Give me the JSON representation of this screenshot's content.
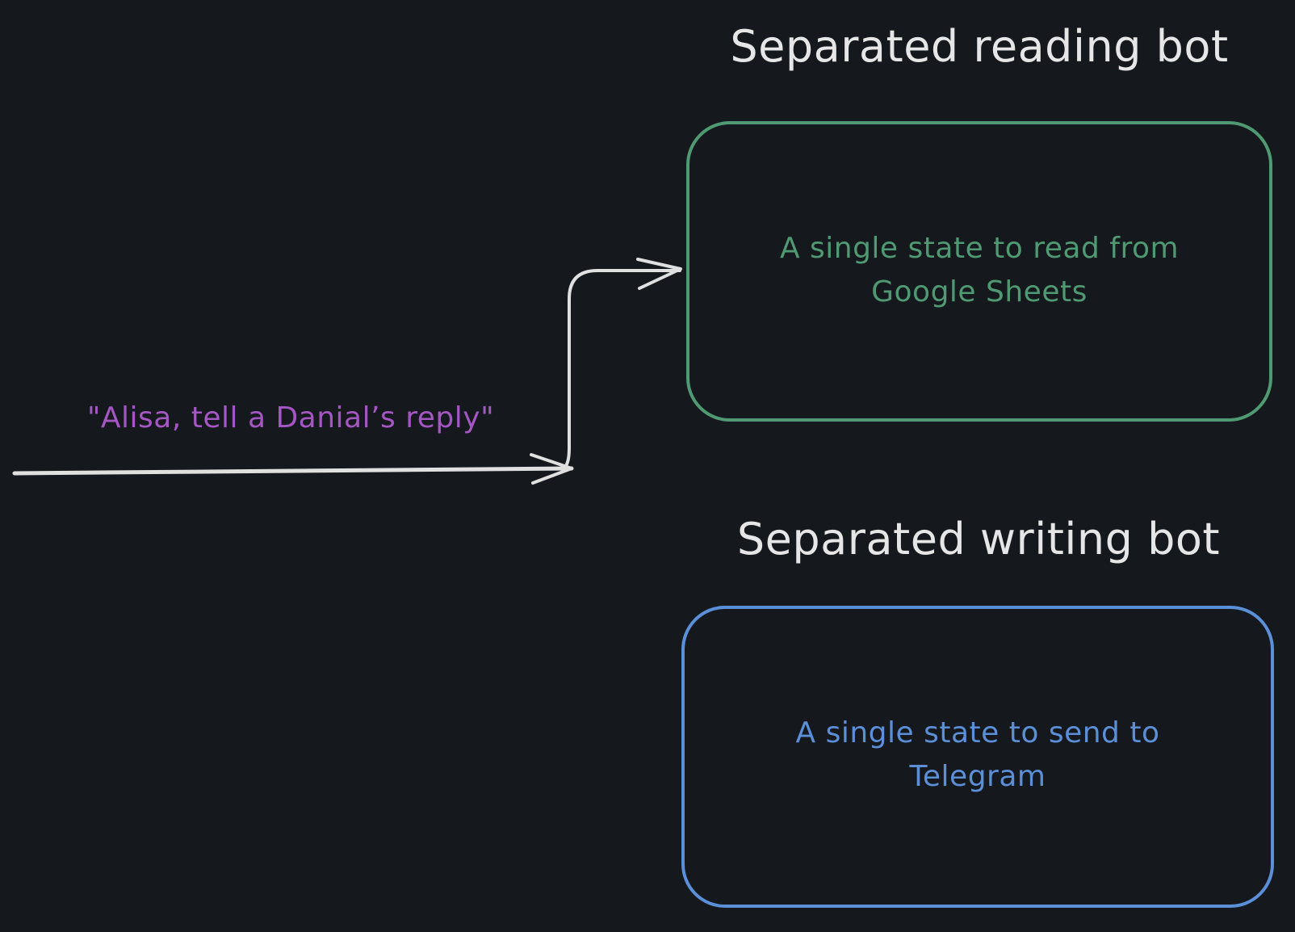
{
  "colors": {
    "background": "#15181d",
    "heading_text": "#e6e6e6",
    "arrow": "#e0e0e0",
    "reading_bot": "#4f9a72",
    "writing_bot": "#5b8fd8",
    "message": "#a457c2"
  },
  "reading_bot": {
    "heading": "Separated reading bot",
    "box_text": "A single state to read from Google Sheets"
  },
  "writing_bot": {
    "heading": "Separated writing bot",
    "box_text": "A single state to send to Telegram"
  },
  "message": {
    "label": "\"Alisa, tell a Danial’s reply\""
  }
}
